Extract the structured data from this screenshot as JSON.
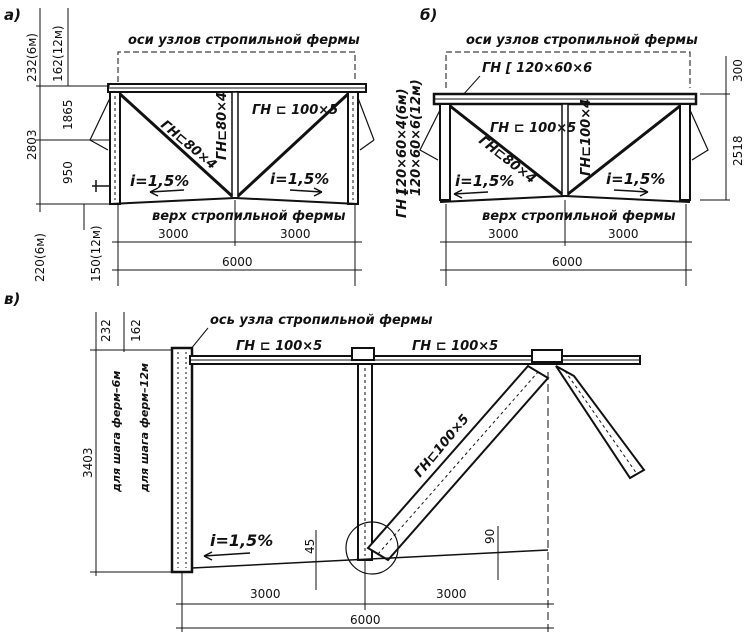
{
  "panels": {
    "a": {
      "letter": "а)",
      "axes_label": "оси узлов стропильной фермы",
      "top_rod": "ГН",
      "top_rod_size": "100×5",
      "diag_left": "ГН",
      "diag_left_size": "80×4",
      "vert_mid": "ГН",
      "vert_mid_size": "80×4",
      "slope_left": "i=1,5%",
      "slope_right": "i=1,5%",
      "bottom_label": "верх стропильной фермы",
      "dims": {
        "d232": "232(6м)",
        "d162": "162(12м)",
        "d2803": "2803",
        "d1865": "1865",
        "d950": "950",
        "d220": "220(6м)",
        "d150": "150(12м)",
        "span1": "3000",
        "span2": "3000",
        "total": "6000"
      }
    },
    "b": {
      "letter": "б)",
      "axes_label": "оси узлов стропильной фермы",
      "top_callout": "ГН",
      "top_callout_size": "120×60×6",
      "top_rod": "ГН",
      "top_rod_size": "100×5",
      "diag": "ГН",
      "diag_size": "80×4",
      "vert_mid": "ГН",
      "vert_mid_size": "100×4",
      "side_rod": "ГН",
      "side_size_6": "120×60×4(6м)",
      "side_size_12": "120×60×6(12м)",
      "slope_left": "i=1,5%",
      "slope_right": "i=1,5%",
      "bottom_label": "верх стропильной фермы",
      "dims": {
        "d300": "300",
        "d2518": "2518",
        "span1": "3000",
        "span2": "3000",
        "total": "6000"
      }
    },
    "v": {
      "letter": "в)",
      "axis_label": "ось узла стропильной фермы",
      "top_rod_1": "ГН",
      "top_rod_1_size": "100×5",
      "top_rod_2": "ГН",
      "top_rod_2_size": "100×5",
      "diag": "ГН",
      "diag_size": "100×5",
      "step6": "для шага ферм–6м",
      "step12": "для шага ферм–12м",
      "slope": "i=1,5%",
      "dims": {
        "d232": "232",
        "d162": "162",
        "d3403": "3403",
        "d45": "45",
        "d90": "90",
        "span1": "3000",
        "span2": "3000",
        "total": "6000"
      }
    }
  }
}
